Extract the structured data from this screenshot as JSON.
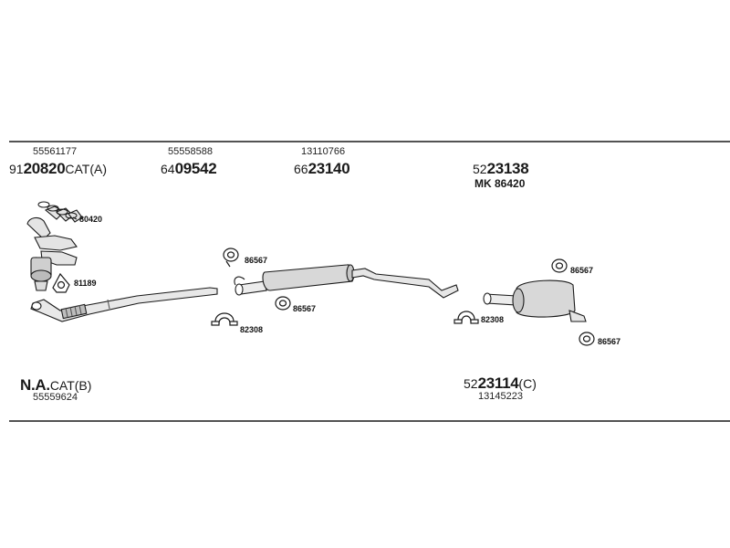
{
  "colors": {
    "line": "#1a1a1a",
    "part_fill": "#d4d4d4",
    "part_fill_light": "#ececec"
  },
  "header_labels": {
    "g1_ref": "55561177",
    "g1_pre": "91",
    "g1_main": "20820",
    "g1_suffix": "CAT(A)",
    "g2_ref": "55558588",
    "g2_pre": "64",
    "g2_main": "09542",
    "g3_ref": "13110766",
    "g3_pre": "66",
    "g3_main": "23140",
    "g4_pre": "52",
    "g4_main": "23138",
    "g4_mk": "MK  86420"
  },
  "callouts": {
    "c80420": "80420",
    "c81189": "81189",
    "c86567_a": "86567",
    "c86567_b": "86567",
    "c82308_a": "82308",
    "c82308_b": "82308",
    "c86567_c": "86567",
    "c86567_d": "86567"
  },
  "footer_labels": {
    "left_main": "N.A.",
    "left_suffix": "CAT(B)",
    "left_ref": "55559624",
    "right_pre": "52",
    "right_main": "23114",
    "right_suffix": "(C)",
    "right_ref": "13145223"
  }
}
